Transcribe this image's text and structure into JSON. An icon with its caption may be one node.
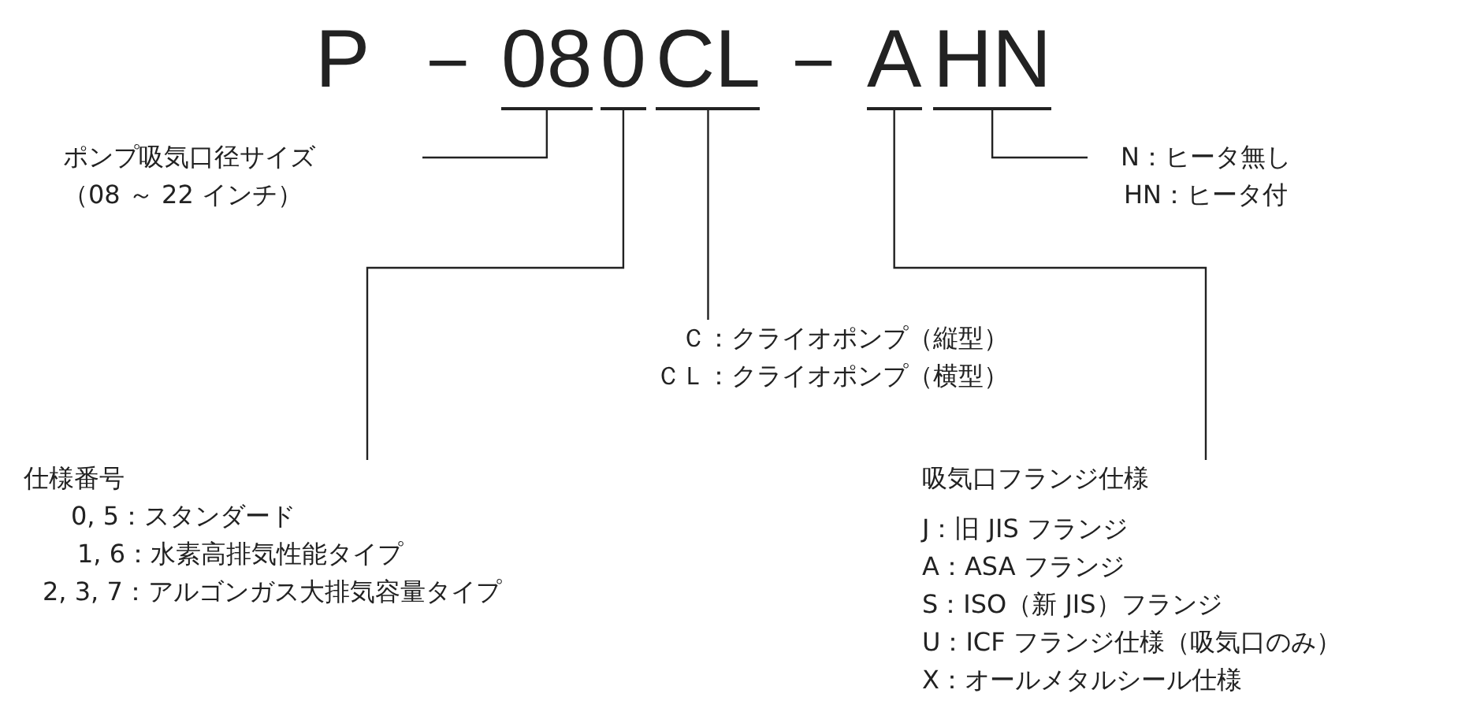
{
  "diagram": {
    "nodes": [
      {
        "text": [
          "08"
        ]
      },
      {
        "text": [
          "0"
        ]
      },
      {
        "text": [
          "CL"
        ]
      },
      {
        "text": [
          "A"
        ]
      },
      {
        "text": [
          "HN"
        ]
      },
      {
        "text": [
          "ポンプ吸気口径サイズ",
          "（08 ～ 22 インチ）"
        ]
      },
      {
        "text": [
          "N：ヒータ無し",
          "HN：ヒータ付"
        ]
      },
      {
        "text": [
          "Ｃ：クライオポンプ（縦型）",
          "ＣＬ：クライオポンプ（横型）"
        ]
      },
      {
        "text": [
          "仕様番号",
          "0, 5：スタンダード",
          "1, 6：水素高排気性能タイプ",
          "2, 3, 7：アルゴンガス大排気容量タイプ"
        ]
      },
      {
        "text": [
          "吸気口フランジ仕様",
          "J：旧 JIS フランジ",
          "A：ASA フランジ",
          "S：ISO（新 JIS）フランジ",
          "U：ICF フランジ仕様（吸気口のみ）",
          "X：オールメタルシール仕様"
        ]
      }
    ],
    "edges": [
      {
        "from": 0,
        "to": 5,
        "arrow": "none"
      },
      {
        "from": 1,
        "to": 8,
        "arrow": "none"
      },
      {
        "from": 2,
        "to": 7,
        "arrow": "none"
      },
      {
        "from": 3,
        "to": 9,
        "arrow": "none"
      },
      {
        "from": 4,
        "to": 6,
        "arrow": "none"
      }
    ],
    "labels": [
      "P",
      "－",
      "－"
    ]
  }
}
